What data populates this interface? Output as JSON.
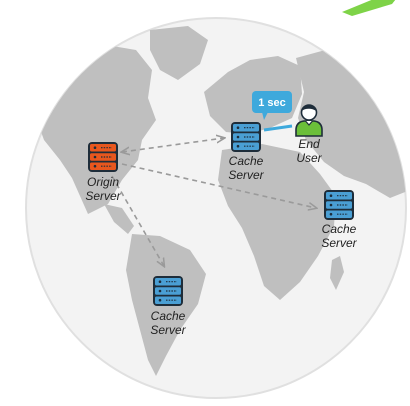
{
  "colors": {
    "ocean": "#f3f3f3",
    "globe_border": "#e0e0e0",
    "land": "#bfbfbf",
    "origin_server": "#e8571e",
    "cache_server": "#4a9fd4",
    "server_dark": "#1e2d3a",
    "end_user": "#6bbf3a",
    "latency_bubble": "#3ea9dc",
    "arrow": "#9a9a9a",
    "corner_mark": "#7ed348"
  },
  "nodes": {
    "origin": {
      "label_line1": "Origin",
      "label_line2": "Server"
    },
    "cache_europe": {
      "label_line1": "Cache",
      "label_line2": "Server"
    },
    "cache_africa": {
      "label_line1": "Cache",
      "label_line2": "Server"
    },
    "cache_south_america": {
      "label_line1": "Cache",
      "label_line2": "Server"
    },
    "end_user": {
      "label_line1": "End",
      "label_line2": "User"
    }
  },
  "latency_label": "1 sec"
}
